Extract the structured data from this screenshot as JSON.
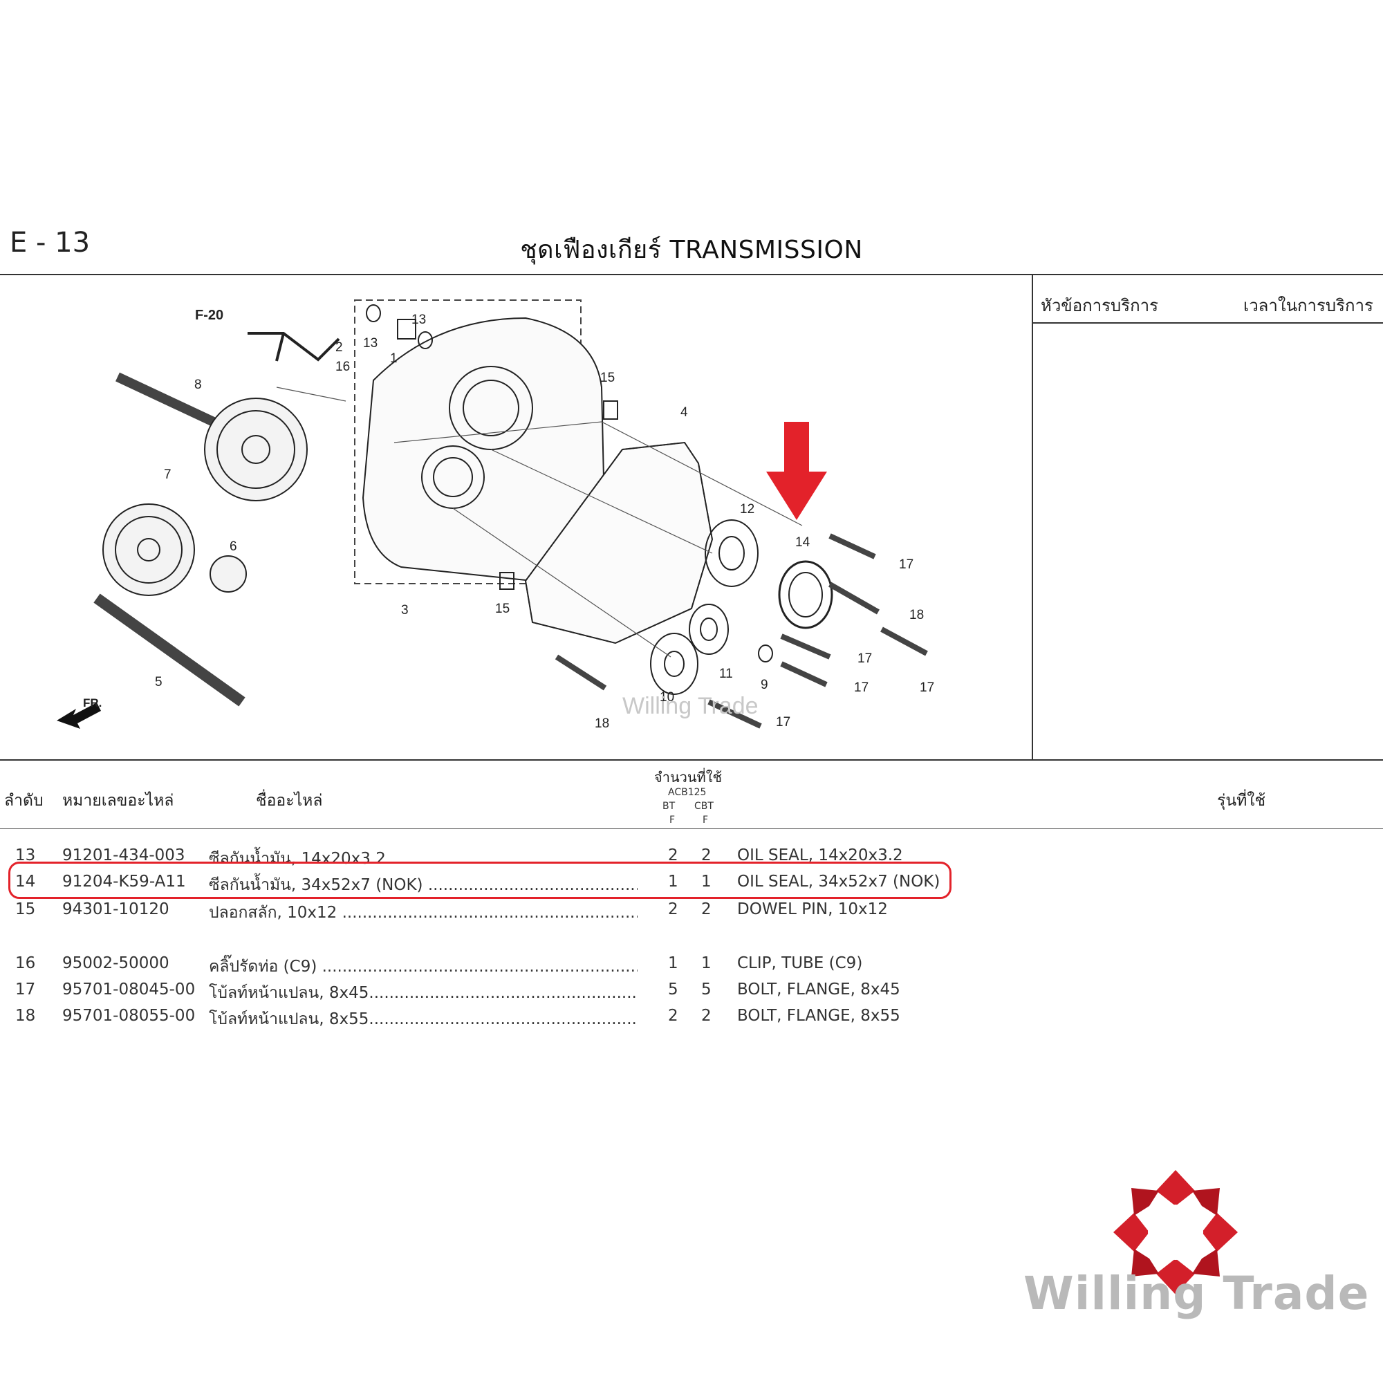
{
  "header": {
    "code": "E - 13",
    "title": "ชุดเฟืองเกียร์  TRANSMISSION"
  },
  "service_panel": {
    "col_left": "หัวข้อการบริการ",
    "col_right": "เวลาในการบริการ"
  },
  "diagram": {
    "callouts": [
      "F-20",
      "2",
      "16",
      "13",
      "13",
      "1",
      "8",
      "15",
      "4",
      "7",
      "12",
      "14",
      "17",
      "6",
      "18",
      "3",
      "15",
      "17",
      "11",
      "9",
      "17",
      "5",
      "10",
      "18",
      "17",
      "17"
    ],
    "direction_label": "FR.",
    "watermark": "Willing Trade"
  },
  "table": {
    "headers": {
      "no": "ลำดับ",
      "part_no": "หมายเลขอะไหล่",
      "name": "ชื่ออะไหล่",
      "qty": "จำนวนที่ใช้",
      "model_code": "ACB125",
      "variant1": "BT",
      "variant1_sub": "F",
      "variant2": "CBT",
      "variant2_sub": "F",
      "applies": "รุ่นที่ใช้"
    },
    "rows": [
      {
        "no": "13",
        "part": "91201-434-003",
        "th": "ซีลกันน้ำมัน, 14x20x3.2",
        "q1": "2",
        "q2": "2",
        "en": "OIL SEAL, 14x20x3.2"
      },
      {
        "no": "14",
        "part": "91204-K59-A11",
        "th": "ซีลกันน้ำมัน, 34x52x7 (NOK) ................................................",
        "q1": "1",
        "q2": "1",
        "en": "OIL SEAL, 34x52x7 (NOK)"
      },
      {
        "no": "15",
        "part": "94301-10120",
        "th": "ปลอกสลัก, 10x12 ..................................................................",
        "q1": "2",
        "q2": "2",
        "en": "DOWEL PIN, 10x12"
      },
      {
        "no": "16",
        "part": "95002-50000",
        "th": "คลิ๊ปรัดท่อ (C9) ...................................................................",
        "q1": "1",
        "q2": "1",
        "en": "CLIP, TUBE (C9)"
      },
      {
        "no": "17",
        "part": "95701-08045-00",
        "th": "โบ้ลท์หน้าแปลน, 8x45..........................................................",
        "q1": "5",
        "q2": "5",
        "en": "BOLT, FLANGE, 8x45"
      },
      {
        "no": "18",
        "part": "95701-08055-00",
        "th": "โบ้ลท์หน้าแปลน, 8x55..........................................................",
        "q1": "2",
        "q2": "2",
        "en": "BOLT, FLANGE, 8x55"
      }
    ]
  },
  "brand": {
    "name": "Willing Trade",
    "accent_color": "#d31f2a",
    "highlight_color": "#e3222a"
  }
}
